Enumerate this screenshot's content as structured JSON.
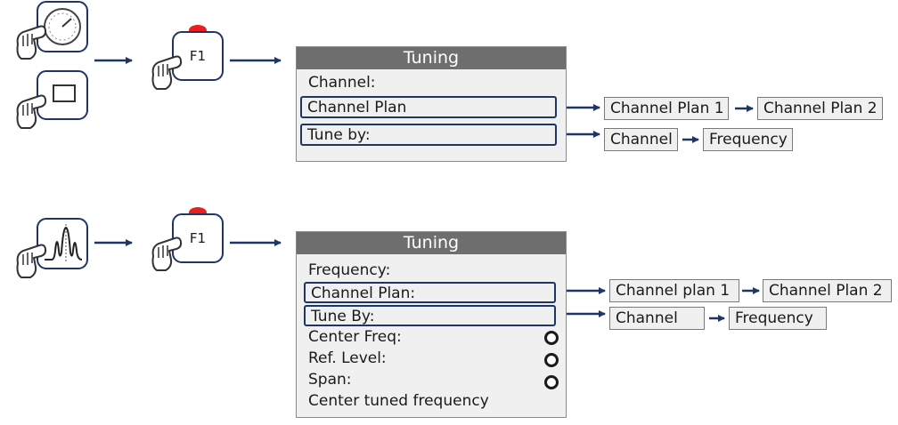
{
  "top": {
    "icons": {
      "gauge_icon": "gauge-icon",
      "display_icon": "display-icon",
      "f1_key": "F1"
    },
    "panel": {
      "title": "Tuning",
      "items": [
        "Channel:",
        "Channel Plan",
        "Tune by:"
      ]
    },
    "channel_plan_options": [
      "Channel Plan 1",
      "Channel Plan 2"
    ],
    "tune_by_options": [
      "Channel",
      "Frequency"
    ]
  },
  "bottom": {
    "icons": {
      "spectrum_icon": "spectrum-icon",
      "f1_key": "F1"
    },
    "panel": {
      "title": "Tuning",
      "items": [
        "Frequency:",
        "Channel Plan:",
        "Tune By:",
        "Center Freq:",
        "Ref. Level:",
        "Span:",
        "Center tuned frequency"
      ]
    },
    "channel_plan_options": [
      "Channel plan 1",
      "Channel Plan 2"
    ],
    "tune_by_options": [
      "Channel",
      "Frequency"
    ]
  },
  "colors": {
    "arrow": "#1f3566",
    "panel_title_bg": "#6e6e6e",
    "panel_bg": "#f0f0f0",
    "f1_led": "#e8201f",
    "key_border": "#1f3566"
  }
}
